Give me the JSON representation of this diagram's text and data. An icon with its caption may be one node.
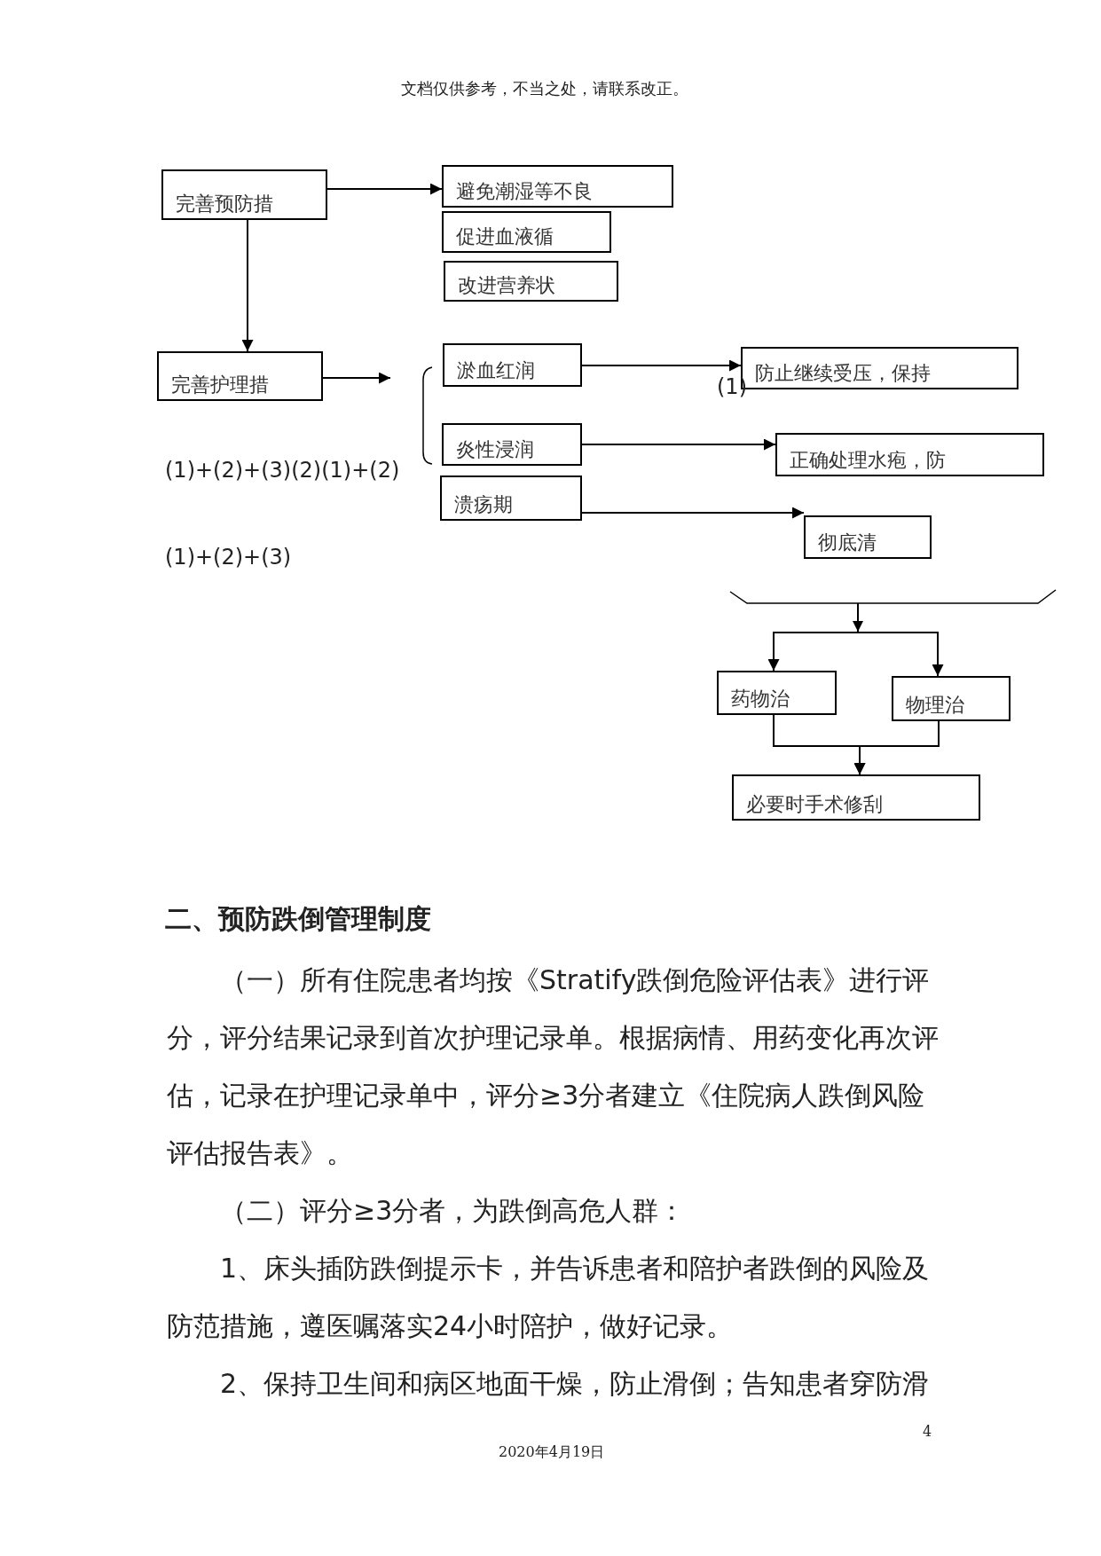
{
  "diagram": {
    "nodes": [
      {
        "text": [
          "完善预防措"
        ]
      },
      {
        "text": [
          "避免潮湿等不良"
        ]
      },
      {
        "text": [
          "促进血液循"
        ]
      },
      {
        "text": [
          "改进营养状"
        ]
      },
      {
        "text": [
          "完善护理措"
        ]
      },
      {
        "text": [
          "淤血红润"
        ]
      },
      {
        "text": [
          "炎性浸润"
        ]
      },
      {
        "text": [
          "溃疡期"
        ]
      },
      {
        "text": [
          "防止继续受压，保持"
        ]
      },
      {
        "text": [
          "正确处理水疱，防"
        ]
      },
      {
        "text": [
          "彻底清"
        ]
      },
      {
        "text": [
          "药物治"
        ]
      },
      {
        "text": [
          "物理治"
        ]
      },
      {
        "text": [
          "必要时手术修刮"
        ]
      }
    ],
    "edges": [
      {
        "from": 0,
        "to": 1,
        "arrow": "to"
      },
      {
        "from": 0,
        "to": 4,
        "arrow": "to"
      },
      {
        "from": 4,
        "to": null,
        "arrow": "to"
      },
      {
        "from": 5,
        "to": 8,
        "arrow": "to"
      },
      {
        "from": 6,
        "to": 9,
        "arrow": "to"
      },
      {
        "from": 7,
        "to": 10,
        "arrow": "to"
      },
      {
        "from": null,
        "to": 11,
        "arrow": "to"
      },
      {
        "from": null,
        "to": 12,
        "arrow": "to"
      },
      {
        "from": 11,
        "to": 13,
        "arrow": "to"
      },
      {
        "from": 12,
        "to": 13,
        "arrow": "to"
      }
    ],
    "labels": [
      "文档仅供参考，不当之处，请联系改正。",
      "(1)",
      "(1)+(2)+(3)(2)(1)+(2)",
      "(1)+(2)+(3)",
      "二、预防跌倒管理制度",
      "（一）所有住院患者均按《Stratify跌倒危险评估表》进行评分，评分结果记录到首次护理记录单。根据病情、用药变化再次评估，记录在护理记录单中，评分≥3分者建立《住院病人跌倒风险评估报告表》。",
      "（二）评分≥3分者，为跌倒高危人群：",
      "1、床头插防跌倒提示卡，并告诉患者和陪护者跌倒的风险及防范措施，遵医嘱落实24小时陪护，做好记录。",
      "2、保持卫生间和病区地面干燥，防止滑倒；告知患者穿防滑",
      "4",
      "2020年4月19日"
    ]
  }
}
